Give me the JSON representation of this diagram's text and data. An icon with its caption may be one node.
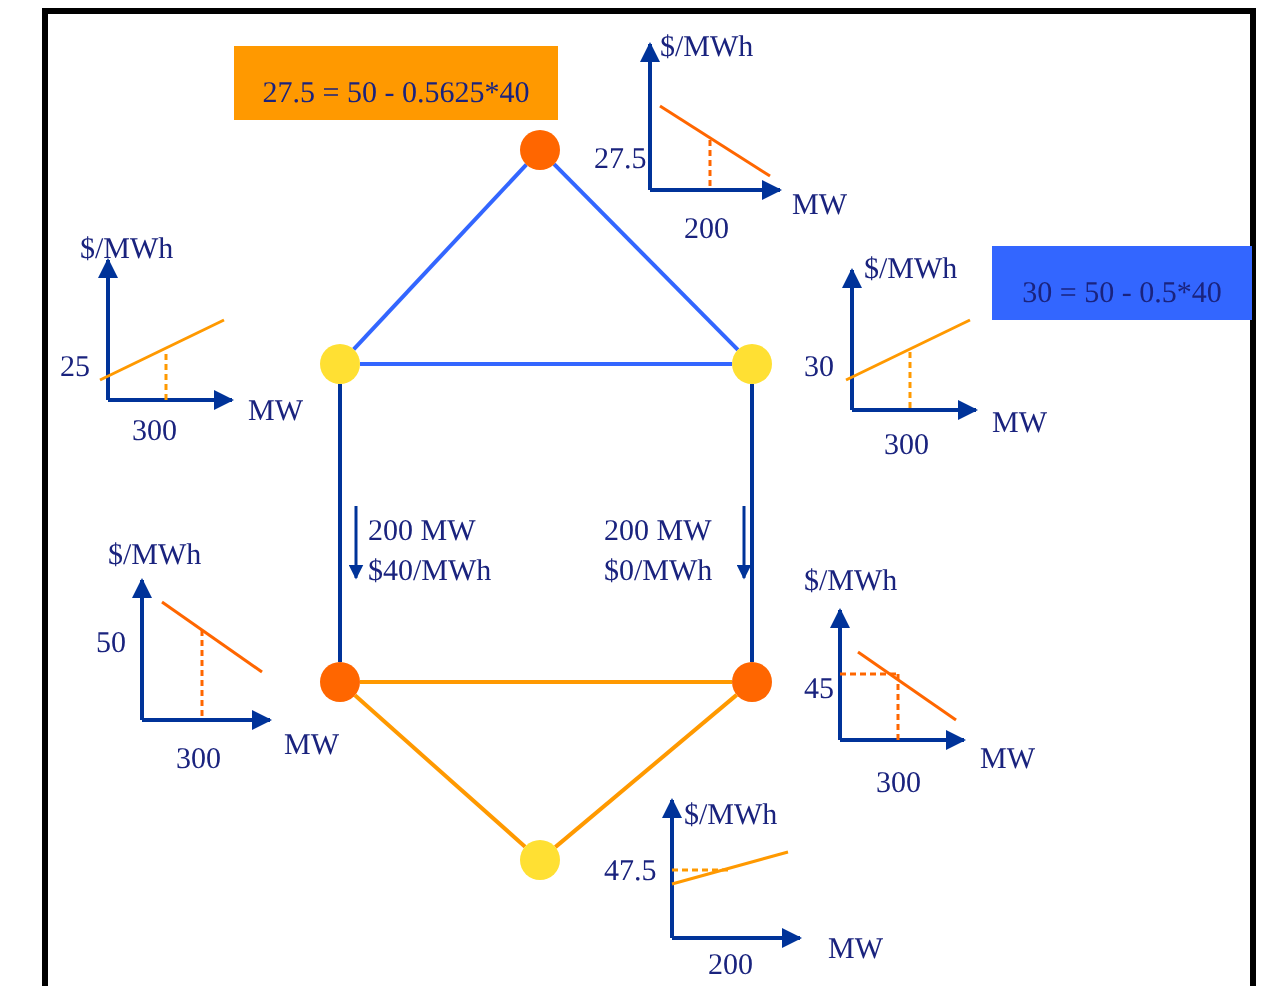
{
  "diagram": {
    "nodes": [
      {
        "text": [
          "27.5 = 50 - 0.5625*40"
        ]
      },
      {
        "text": [
          "30 = 50 - 0.5*40"
        ]
      },
      {
        "text": [],
        "shape": "circle"
      },
      {
        "text": [],
        "shape": "circle"
      },
      {
        "text": [],
        "shape": "circle"
      },
      {
        "text": [],
        "shape": "circle"
      },
      {
        "text": [],
        "shape": "circle"
      },
      {
        "text": [],
        "shape": "circle"
      }
    ],
    "edges": [
      {
        "from": 2,
        "to": 3,
        "arrow": "none",
        "color": "#3366ff"
      },
      {
        "from": 2,
        "to": 4,
        "arrow": "none",
        "color": "#3366ff"
      },
      {
        "from": 3,
        "to": 4,
        "arrow": "none",
        "color": "#3366ff"
      },
      {
        "from": 3,
        "to": 5,
        "arrow": "none",
        "color": "#003399"
      },
      {
        "from": 4,
        "to": 6,
        "arrow": "none",
        "color": "#003399"
      },
      {
        "from": 5,
        "to": 6,
        "arrow": "none",
        "color": "#ff9900"
      },
      {
        "from": 5,
        "to": 7,
        "arrow": "none",
        "color": "#ff9900"
      },
      {
        "from": 6,
        "to": 7,
        "arrow": "none",
        "color": "#ff9900"
      }
    ],
    "labels": [
      "$/MWh",
      "27.5",
      "MW",
      "200",
      "$/MWh",
      "25",
      "MW",
      "300",
      "$/MWh",
      "30",
      "MW",
      "300",
      "200 MW $40/MWh",
      "200 MW $0/MWh",
      "$/MWh",
      "50",
      "300",
      "MW",
      "$/MWh",
      "45",
      "MW",
      "300",
      "$/MWh",
      "47.5",
      "MW",
      "200"
    ]
  }
}
